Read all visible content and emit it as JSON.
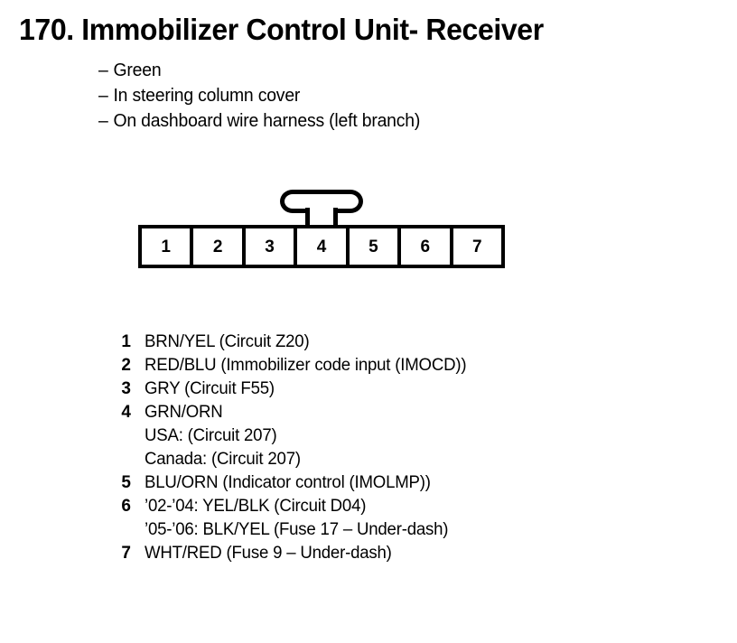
{
  "document": {
    "title": "170. Immobilizer Control Unit- Receiver",
    "description_items": [
      {
        "dash": "–",
        "text": "Green"
      },
      {
        "dash": "–",
        "text": "In steering column cover"
      },
      {
        "dash": "–",
        "text": "On dashboard wire harness (left branch)"
      }
    ]
  },
  "connector": {
    "tab_name": "locking-tab",
    "pins": [
      {
        "label": "1"
      },
      {
        "label": "2"
      },
      {
        "label": "3"
      },
      {
        "label": "4"
      },
      {
        "label": "5"
      },
      {
        "label": "6"
      },
      {
        "label": "7"
      }
    ]
  },
  "legend": {
    "rows": [
      {
        "num": "1",
        "text": "BRN/YEL (Circuit Z20)",
        "sublines": []
      },
      {
        "num": "2",
        "text": "RED/BLU (Immobilizer code input (IMOCD))",
        "sublines": []
      },
      {
        "num": "3",
        "text": "GRY (Circuit F55)",
        "sublines": []
      },
      {
        "num": "4",
        "text": "GRN/ORN",
        "sublines": [
          "USA: (Circuit 207)",
          "Canada: (Circuit 207)"
        ]
      },
      {
        "num": "5",
        "text": "BLU/ORN (Indicator control (IMOLMP))",
        "sublines": []
      },
      {
        "num": "6",
        "text": "’02-’04: YEL/BLK (Circuit D04)",
        "sublines": [
          "’05-’06: BLK/YEL (Fuse 17 – Under-dash)"
        ]
      },
      {
        "num": "7",
        "text": "WHT/RED (Fuse 9 – Under-dash)",
        "sublines": []
      }
    ]
  },
  "colors": {
    "ink": "#000000",
    "paper": "#ffffff"
  }
}
